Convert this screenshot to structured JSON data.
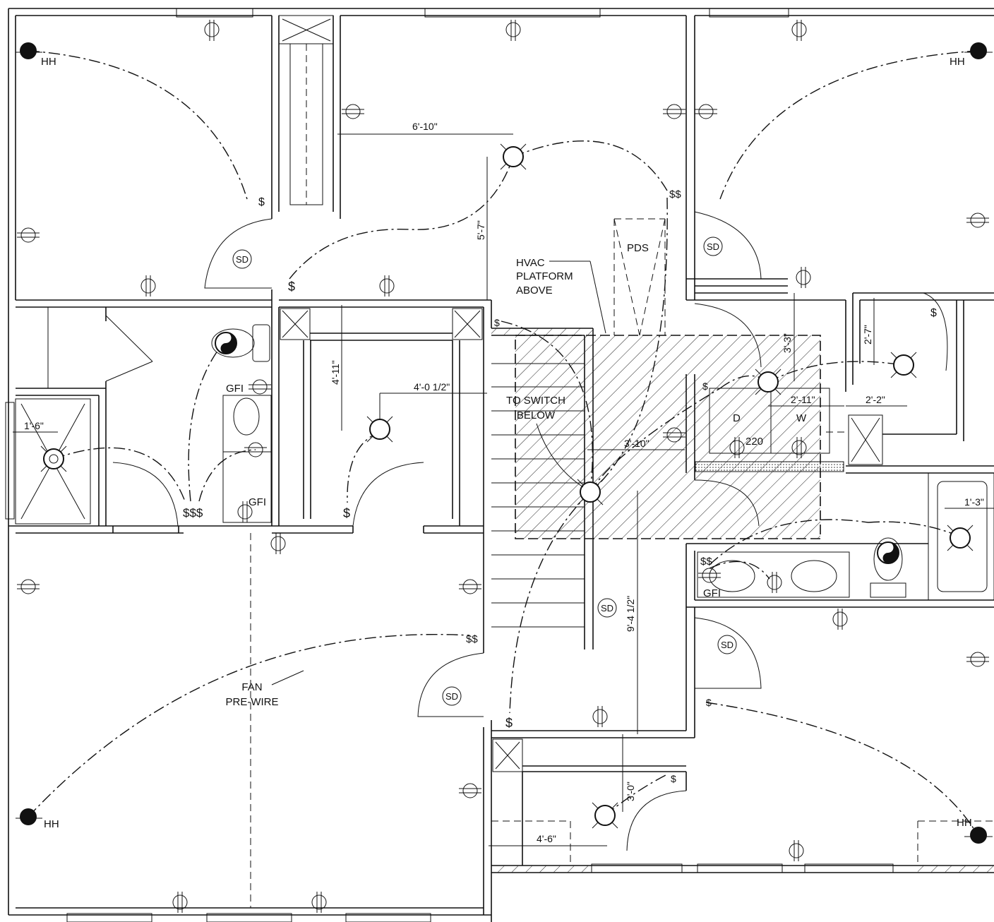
{
  "labels": {
    "hh_tl": "HH",
    "hh_tr": "HH",
    "hh_bl": "HH",
    "hh_br": "HH",
    "gfi_1": "GFI",
    "gfi_2": "GFI",
    "gfi_3": "GFI",
    "pds": "PDS",
    "hvac_1": "HVAC",
    "hvac_2": "PLATFORM",
    "hvac_3": "ABOVE",
    "switch_1": "TO SWITCH",
    "switch_2": "BELOW",
    "fan_1": "FAN",
    "fan_2": "PRE-WIRE",
    "dryer": "D",
    "washer": "W",
    "volts": "220",
    "switch_sss": "$$$",
    "switch_ss_a": "$$",
    "switch_ss_b": "$$",
    "switch_ss_c": "$$"
  },
  "smoke_detectors": [
    "SD",
    "SD",
    "SD",
    "SD",
    "SD"
  ],
  "dimensions": {
    "d1": "6'-10\"",
    "d2": "5'-7\"",
    "d3": "4'-11\"",
    "d4": "4'-0 1/2\"",
    "d5": "1'-6\"",
    "d6": "3'-10\"",
    "d7": "3'-3\"",
    "d8": "2'-11\"",
    "d9": "2'-2\"",
    "d10": "2'-7\"",
    "d11": "1'-3\"",
    "d12": "9'-4 1/2\"",
    "d13": "3'-0\"",
    "d14": "4'-6\""
  }
}
